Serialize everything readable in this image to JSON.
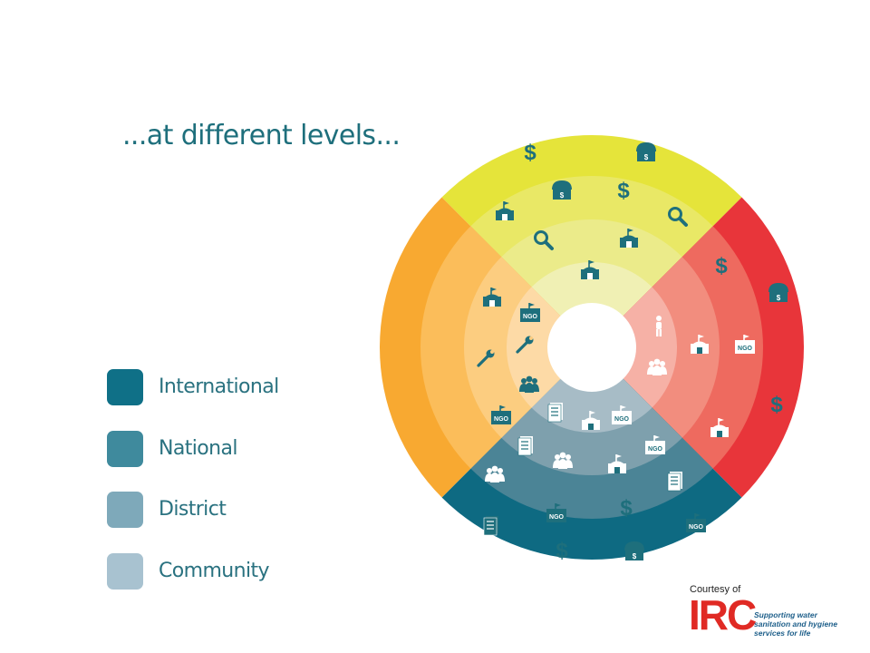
{
  "title": "...at different levels...",
  "legend": [
    {
      "label": "International",
      "color": "#0f7087"
    },
    {
      "label": "National",
      "color": "#3f8a9d"
    },
    {
      "label": "District",
      "color": "#7ea9ba"
    },
    {
      "label": "Community",
      "color": "#a8c2d0"
    }
  ],
  "wheel": {
    "quadrants": [
      {
        "position": "top",
        "ring_colors": [
          "#e5e43a",
          "#e9e866",
          "#ebeb8a",
          "#f0f0b4"
        ],
        "icons": [
          "dollar-icon",
          "bank-icon",
          "bank-icon",
          "dollar-icon",
          "government-building-icon",
          "magnifier-icon",
          "magnifier-icon",
          "government-building-icon",
          "government-building-icon"
        ]
      },
      {
        "position": "right",
        "ring_colors": [
          "#e8353a",
          "#ee6a5f",
          "#f28d7e",
          "#f6b1a6"
        ],
        "icons": [
          "dollar-icon",
          "bank-icon",
          "dollar-icon",
          "government-building-icon",
          "ngo-building-icon",
          "government-building-icon",
          "person-icon",
          "people-group-icon"
        ]
      },
      {
        "position": "bottom",
        "ring_colors": [
          "#0e6a82",
          "#4b8496",
          "#7ea0ad",
          "#a7bcc6"
        ],
        "icons": [
          "document-icon",
          "ngo-building-icon",
          "dollar-icon",
          "ngo-building-icon",
          "dollar-icon",
          "bank-icon",
          "document-icon",
          "document-icon",
          "people-group-icon",
          "government-building-icon",
          "ngo-building-icon",
          "government-building-icon",
          "document-icon",
          "people-group-icon",
          "ngo-building-icon"
        ]
      },
      {
        "position": "left",
        "ring_colors": [
          "#f8a931",
          "#fbbd5a",
          "#fccd80",
          "#fddaa6"
        ],
        "icons": [
          "government-building-icon",
          "ngo-building-icon",
          "wrench-icon",
          "wrench-icon",
          "people-group-icon",
          "ngo-building-icon"
        ]
      }
    ],
    "center_color": "#ffffff",
    "icon_color_dark": "#1e6f7c",
    "icon_color_light": "#ffffff"
  },
  "courtesy": "Courtesy of",
  "logo": {
    "name": "IRC",
    "tagline": "Supporting water sanitation and hygiene services for life",
    "color": "#e02a24",
    "tagline_color": "#1e5f8a"
  }
}
